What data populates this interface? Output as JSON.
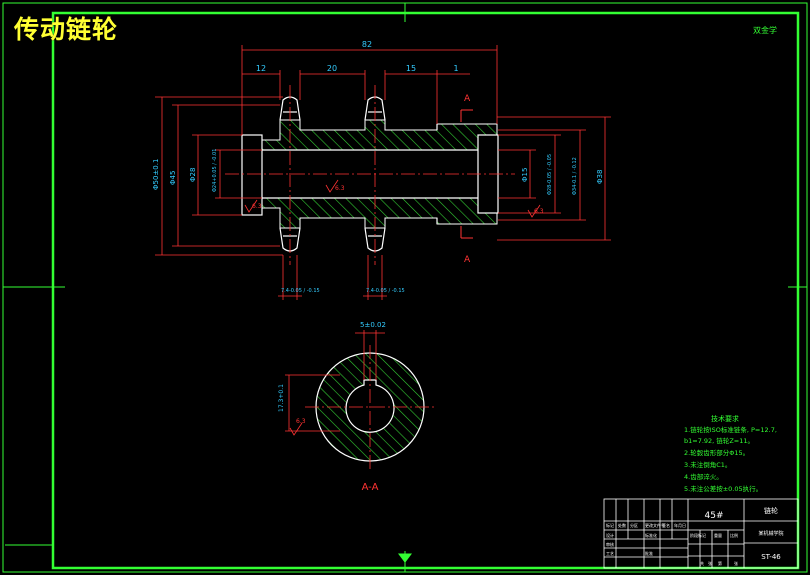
{
  "title": "传动链轮",
  "corner_label": "双金学",
  "dimensions": {
    "overall_length": "82",
    "seg1": "12",
    "seg2": "20",
    "seg3": "15",
    "seg4": "1",
    "d_tip": "Φ50±0.1",
    "d_root": "Φ45",
    "d_bore_left": "Φ28",
    "d_bore_left_tol": "Φ24+0.05 / -0.01",
    "d_shaft": "Φ15",
    "d_right_bore": "Φ28-0.05 / -0.05",
    "d_right_outer": "Φ34-0.1 / -0.12",
    "d_outer": "Φ38",
    "tooth_width_1": "7.4-0.05 / -0.15",
    "tooth_width_2": "7.4-0.05 / -0.15",
    "roughness_1": "6.3",
    "roughness_2": "6.3",
    "roughness_3": "6.3",
    "section_letter": "A",
    "keyway_width": "5±0.02",
    "keyway_depth": "17.3+0.1",
    "section_roughness": "6.3",
    "section_label": "A-A"
  },
  "tech_req": {
    "heading": "技术要求",
    "lines": [
      "1.链轮按ISO标准链条, P=12.7,",
      "  b1=7.92, 链轮Z=11。",
      "2.轮毂齿形部分Φ15。",
      "3.未注倒角C1。",
      "4.齿部淬火。",
      "5.未注公差按±0.05执行。"
    ]
  },
  "title_block": {
    "material": "45#",
    "part_name": "链轮",
    "school": "某机械学院",
    "drawing_no": "ST-46",
    "labels": [
      "标记",
      "处数",
      "分区",
      "更改文件号",
      "签名",
      "年月日",
      "设计",
      "标准化",
      "阶段标记",
      "重量",
      "比例",
      "审核",
      "工艺",
      "批准",
      "共",
      "张",
      "第",
      "张"
    ]
  }
}
